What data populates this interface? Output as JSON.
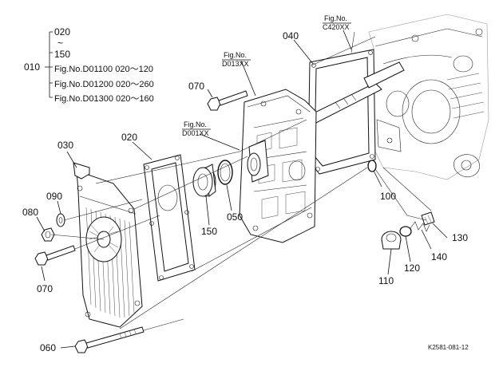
{
  "labels": {
    "p010": "010",
    "p020a": "020",
    "p020b": "020",
    "p030": "030",
    "p040": "040",
    "p050": "050",
    "p060": "060",
    "p070a": "070",
    "p070b": "070",
    "p080": "080",
    "p090": "090",
    "p100": "100",
    "p110": "110",
    "p120": "120",
    "p130": "130",
    "p140": "140",
    "p150": "150"
  },
  "range": {
    "start": "020",
    "tilde": "~",
    "end": "150"
  },
  "fig_refs": [
    "Fig.No.D01100  020～120",
    "Fig.No.D01200  020～260",
    "Fig.No.D01300  020～160"
  ],
  "callouts": {
    "d013": {
      "top": "Fig.No.",
      "bottom": "D013XX"
    },
    "d001": {
      "top": "Fig.No.",
      "bottom": "D001XX"
    },
    "c420": {
      "top": "Fig.No.",
      "bottom": "C420XX"
    }
  },
  "drawing_code": "K2581-081-12",
  "colors": {
    "ink": "#111111",
    "background": "#ffffff"
  }
}
